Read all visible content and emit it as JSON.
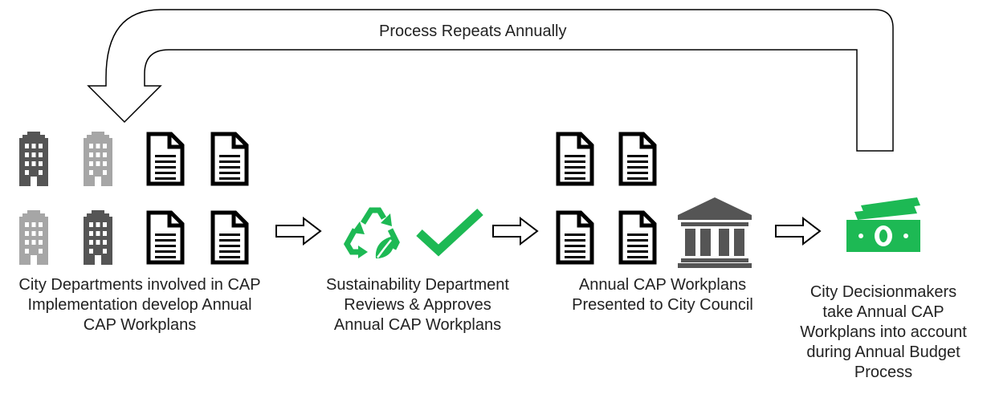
{
  "loop": {
    "label": "Process Repeats Annually"
  },
  "steps": [
    {
      "id": "departments",
      "caption": "City Departments involved in CAP\nImplementation develop Annual\nCAP Workplans",
      "icons": [
        "building-dark-icon",
        "building-light-icon",
        "document-icon"
      ]
    },
    {
      "id": "sustainability",
      "caption": "Sustainability Department\nReviews & Approves\nAnnual CAP Workplans",
      "icons": [
        "recycle-leaf-icon",
        "checkmark-icon"
      ]
    },
    {
      "id": "council",
      "caption": "Annual CAP Workplans\nPresented to City Council",
      "icons": [
        "document-icon",
        "city-hall-icon"
      ]
    },
    {
      "id": "budget",
      "caption": "City Decisionmakers\ntake Annual CAP\nWorkplans into account\nduring Annual Budget\nProcess",
      "icons": [
        "money-icon"
      ]
    }
  ],
  "colors": {
    "green": "#1db954",
    "dark_gray": "#555555",
    "light_gray": "#a6a6a6",
    "black": "#000000"
  }
}
